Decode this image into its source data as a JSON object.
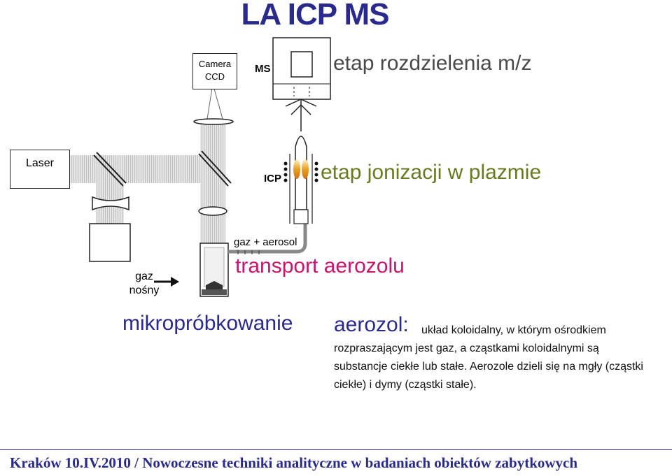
{
  "title": "LA ICP MS",
  "camera": {
    "line1": "Camera",
    "line2": "CCD"
  },
  "laser": {
    "label": "Laser"
  },
  "labels": {
    "ms": "MS",
    "icp": "ICP",
    "gaz_aerosol": "gaz + aerosol",
    "gaz_nosny_line1": "gaz",
    "gaz_nosny_line2": "nośny"
  },
  "stages": {
    "separation": "etap rozdzielenia m/z",
    "ionization": "etap jonizacji w plazmie",
    "transport": "transport aerozolu",
    "sampling": "mikropróbkowanie"
  },
  "definition": {
    "term": "aerozol:",
    "body": "układ koloidalny, w którym ośrodkiem rozpraszającym jest gaz, a cząstkami koloidalnymi są substancje ciekłe lub stałe. Aerozole dzieli się na mgły (cząstki ciekłe) i dymy (cząstki stałe)."
  },
  "footer": "Kraków 10.IV.2010 / Nowoczesne techniki analityczne w badaniach obiektów zabytkowych",
  "colors": {
    "title": "#2a2a8c",
    "ms_stage": "#4a4a4a",
    "icp_stage": "#6a7a22",
    "transport_stage": "#c8156e",
    "plasma": "#e8a020"
  }
}
